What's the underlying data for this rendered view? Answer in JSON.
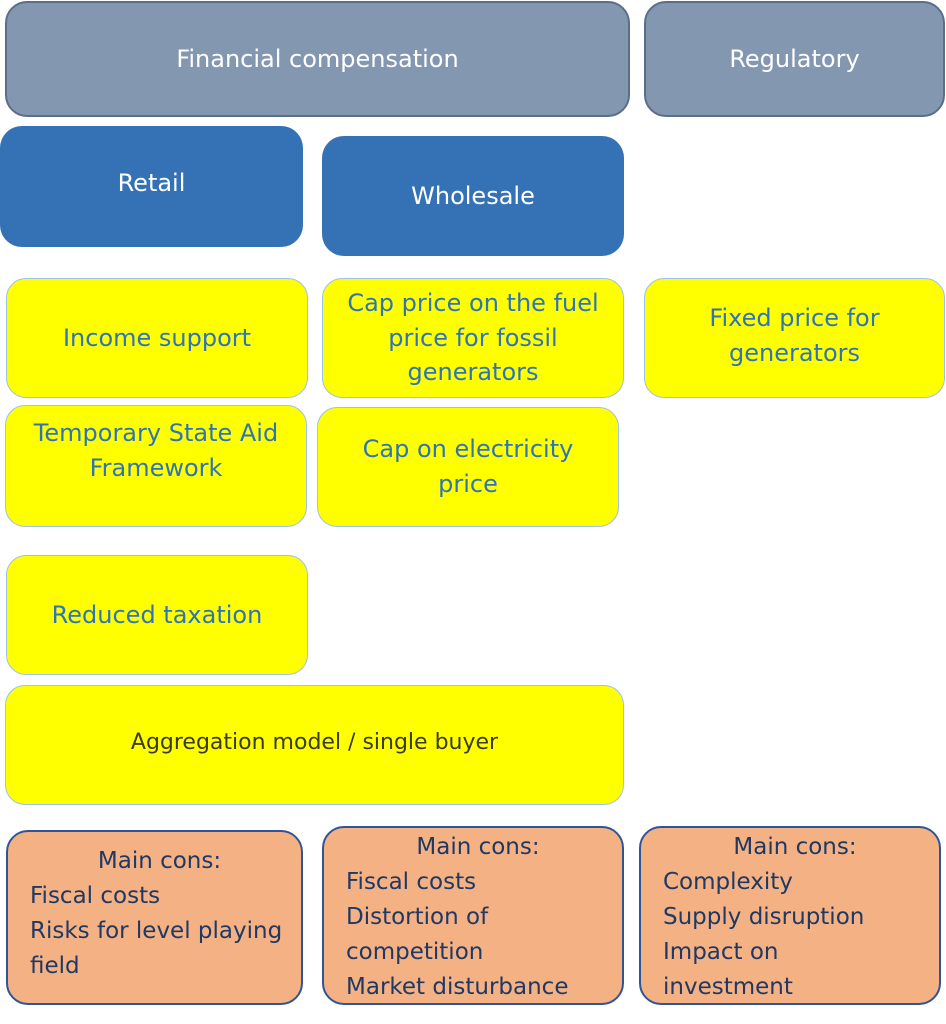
{
  "header": {
    "financial_compensation": "Financial compensation",
    "regulatory": "Regulatory"
  },
  "subheader": {
    "retail": "Retail",
    "wholesale": "Wholesale"
  },
  "measures": {
    "income_support": "Income support",
    "cap_fuel_price": [
      "Cap price on the fuel",
      "price for fossil",
      "generators"
    ],
    "fixed_price": [
      "Fixed price for",
      "generators"
    ],
    "temporary_state_aid": [
      "Temporary State Aid",
      "Framework"
    ],
    "cap_electricity": [
      "Cap on electricity",
      "price"
    ],
    "reduced_taxation": "Reduced taxation",
    "aggregation_model": "Aggregation model / single buyer"
  },
  "cons": {
    "retail": {
      "heading": "Main cons:",
      "items": [
        "Fiscal costs",
        "Risks for level playing",
        "field"
      ]
    },
    "wholesale": {
      "heading": "Main cons:",
      "items": [
        "Fiscal costs",
        "Distortion of",
        "competition",
        "Market disturbance"
      ]
    },
    "regulatory": {
      "heading": "Main cons:",
      "items": [
        "Complexity",
        "Supply disruption",
        "Impact on",
        "investment"
      ]
    }
  },
  "colors": {
    "header_gray": "#8497b0",
    "subheader_blue": "#3572b5",
    "measure_yellow": "#ffff00",
    "measure_text_blue": "#2e75b6",
    "cons_orange": "#f4b183",
    "cons_border": "#2f5597"
  }
}
